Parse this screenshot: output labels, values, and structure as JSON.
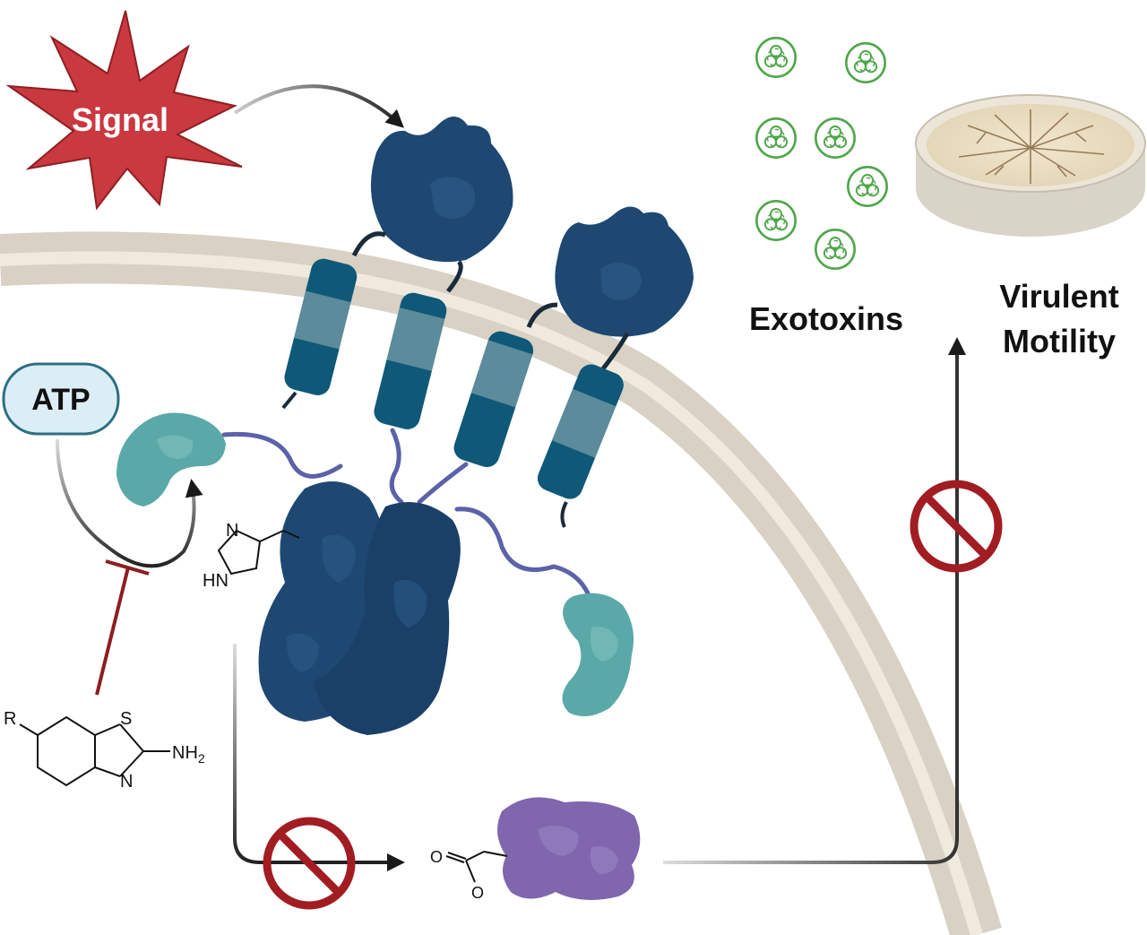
{
  "labels": {
    "signal": "Signal",
    "atp": "ATP",
    "exotoxins": "Exotoxins",
    "virulent_line1": "Virulent",
    "virulent_line2": "Motility"
  },
  "chem": {
    "imidazole_n": "N",
    "imidazole_hn": "HN",
    "bzt_r": "R",
    "bzt_s": "S",
    "bzt_n": "N",
    "bzt_nh2": "NH",
    "bzt_nh2_sub": "2",
    "ester_o1": "O",
    "ester_o2": "O"
  },
  "colors": {
    "signal_star": "#c9393f",
    "membrane": "#d8d1c4",
    "membrane_inner": "#efe9de",
    "receptor": "#1e4872",
    "helix": "#0f5878",
    "response_domain": "#5aa9a8",
    "linker": "#5b62a8",
    "regulator": "#7f66ad",
    "no_symbol": "#a11d22",
    "toxin": "#4fa64a",
    "atp_fill": "#dbeef5",
    "atp_stroke": "#2c6e83"
  },
  "icons": [
    "biohazard-icon",
    "no-symbol-icon",
    "petri-dish-icon"
  ]
}
